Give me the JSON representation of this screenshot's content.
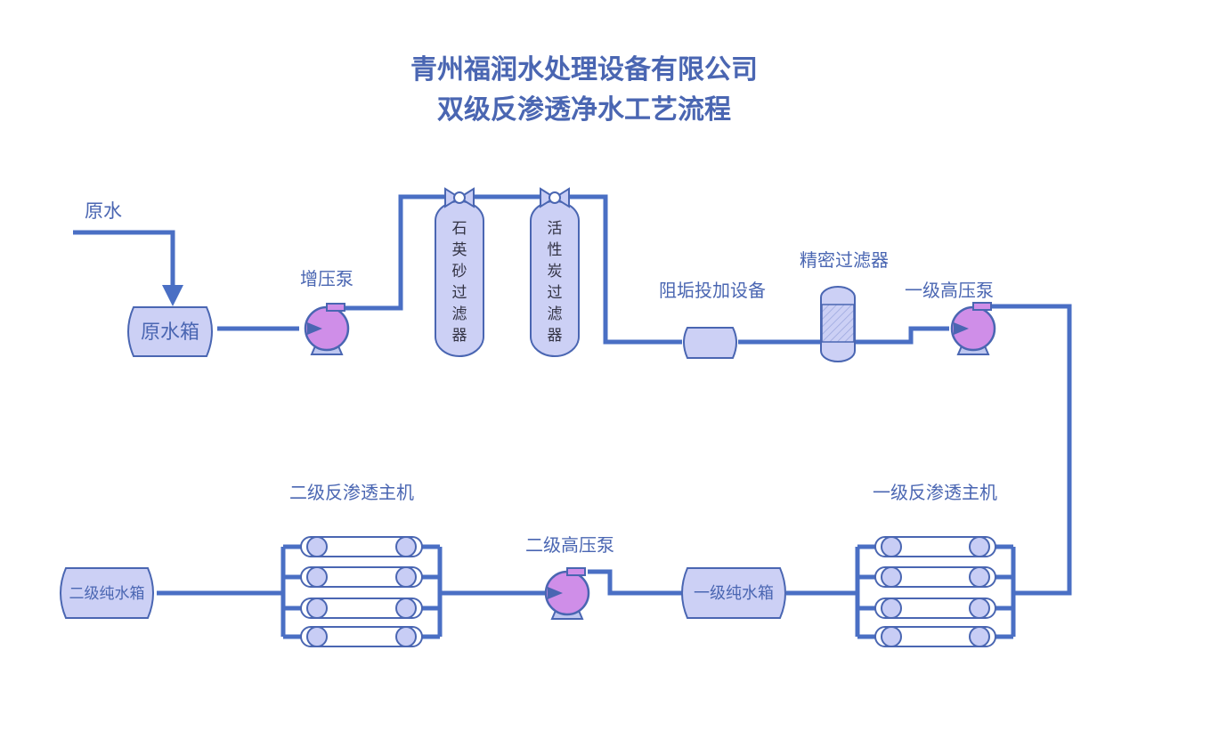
{
  "title": {
    "line1": "青州福润水处理设备有限公司",
    "line2": "双级反渗透净水工艺流程"
  },
  "labels": {
    "raw_water": "原水",
    "raw_water_tank": "原水箱",
    "booster_pump": "增压泵",
    "quartz_filter": [
      "石",
      "英",
      "砂",
      "过",
      "滤",
      "器"
    ],
    "carbon_filter": [
      "活",
      "性",
      "炭",
      "过",
      "滤",
      "器"
    ],
    "antiscalant_device": "阻垢投加设备",
    "precision_filter": "精密过滤器",
    "first_hp_pump": "一级高压泵",
    "first_ro_unit": "一级反渗透主机",
    "first_pure_tank": "一级纯水箱",
    "second_hp_pump": "二级高压泵",
    "second_ro_unit": "二级反渗透主机",
    "second_pure_tank": "二级纯水箱"
  },
  "colors": {
    "pipe": "#4a6fc4",
    "text": "#4a66b2",
    "tank_fill": "#ccd0f5",
    "pump_fill": "#cf8ee8"
  }
}
